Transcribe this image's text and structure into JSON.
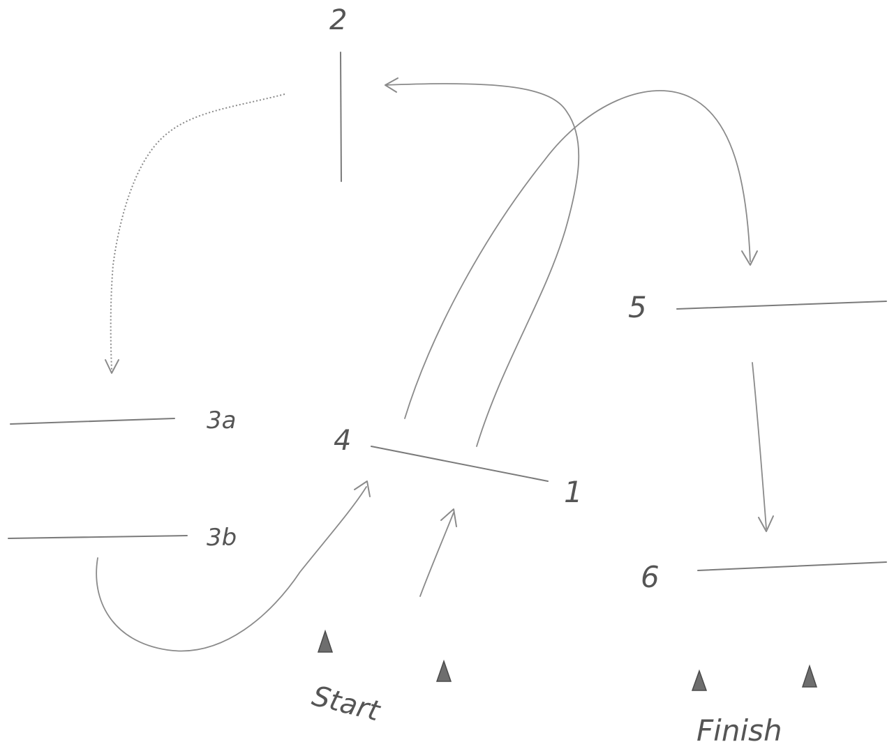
{
  "diagram": {
    "labels": {
      "jump_1": "1",
      "jump_2": "2",
      "jump_3a": "3a",
      "jump_3b": "3b",
      "jump_4": "4",
      "jump_5": "5",
      "jump_6": "6",
      "start": "Start",
      "finish": "Finish"
    },
    "colors": {
      "ink": "#555555",
      "line": "#7a7a7a",
      "path": "#8a8a8a",
      "cone": "#6e6e6e"
    }
  }
}
